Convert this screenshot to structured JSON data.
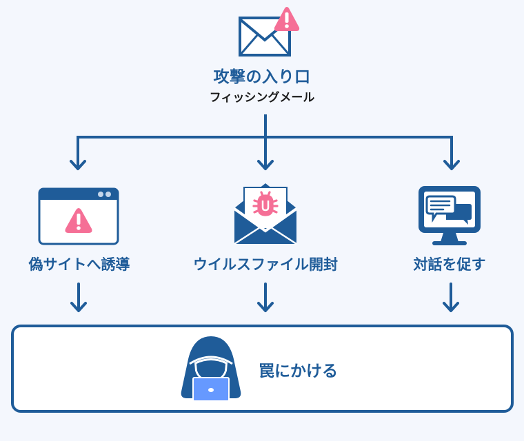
{
  "header": {
    "title": "攻撃の入り口",
    "subtitle": "フィッシングメール",
    "icon": "envelope-warning-icon"
  },
  "steps": [
    {
      "label": "偽サイトへ誘導",
      "icon": "browser-warning-icon"
    },
    {
      "label": "ウイルスファイル開封",
      "icon": "envelope-bug-icon"
    },
    {
      "label": "対話を促す",
      "icon": "monitor-chat-icon"
    }
  ],
  "result": {
    "label": "罠にかける",
    "icon": "hacker-laptop-icon"
  },
  "colors": {
    "primary": "#1f5c99",
    "warning": "#f56f96",
    "laptop": "#6699ff",
    "background": "#f4f7fd",
    "box_fill": "#ffffff"
  }
}
